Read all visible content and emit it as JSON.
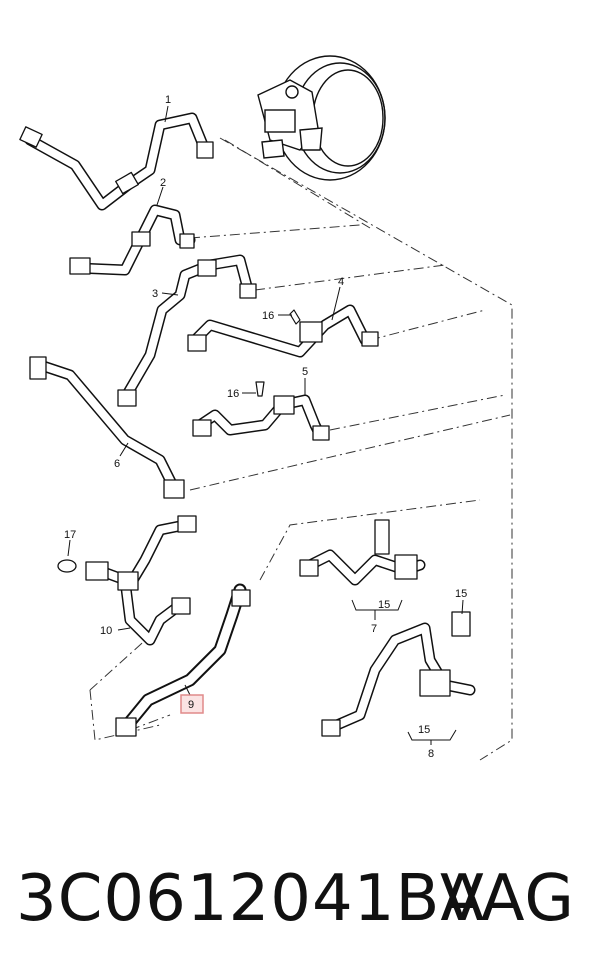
{
  "callouts": {
    "c1": "1",
    "c2": "2",
    "c3": "3",
    "c4": "4",
    "c5": "5",
    "c6": "6",
    "c7": "7",
    "c8": "8",
    "c9": "9",
    "c10": "10",
    "c15a": "15",
    "c15b": "15",
    "c15c": "15",
    "c16a": "16",
    "c16b": "16",
    "c17": "17"
  },
  "footer": {
    "part_number": "3C0612041BA",
    "brand": "VAG"
  },
  "highlight_color": "#e08a8a"
}
